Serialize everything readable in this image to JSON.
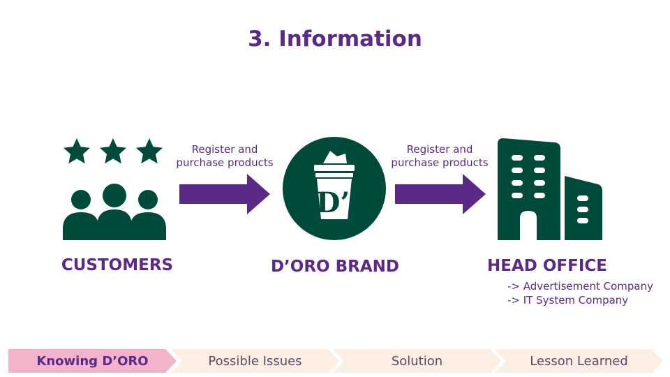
{
  "title": "3. Information",
  "nodes": {
    "customers": {
      "label": "CUSTOMERS"
    },
    "brand": {
      "label": "D’ORO BRAND",
      "cup_text": "D’"
    },
    "head_office": {
      "label": "HEAD OFFICE",
      "items": [
        "-> Advertisement Company",
        "-> IT System Company"
      ]
    }
  },
  "arrows": [
    {
      "line1": "Register and",
      "line2": "purchase products"
    },
    {
      "line1": "Register and",
      "line2": "purchase products"
    }
  ],
  "nav": {
    "steps": [
      {
        "label": "Knowing D’ORO",
        "active": true
      },
      {
        "label": "Possible Issues",
        "active": false
      },
      {
        "label": "Solution",
        "active": false
      },
      {
        "label": "Lesson Learned",
        "active": false
      }
    ]
  },
  "colors": {
    "accent": "#5b2a86",
    "icon_green": "#004a3c",
    "nav_active": "#f2b3cb",
    "nav_inactive": "#fdeee4"
  }
}
